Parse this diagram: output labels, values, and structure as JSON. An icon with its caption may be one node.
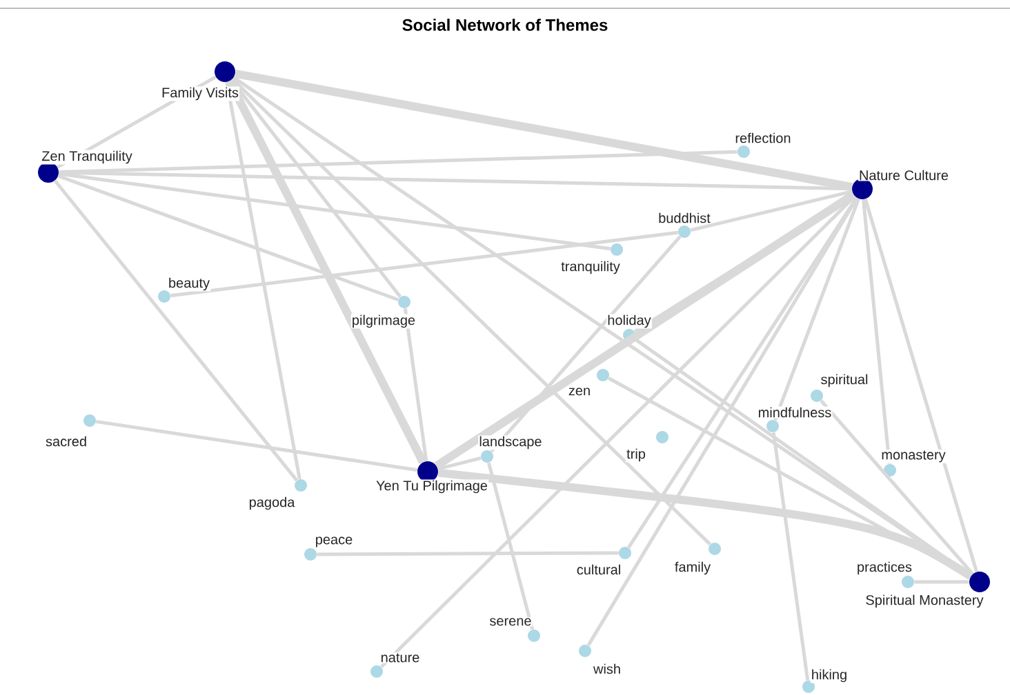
{
  "diagram": {
    "title": "Social Network of Themes",
    "nodes": [
      {
        "text": [
          "Family Visits"
        ]
      },
      {
        "text": [
          "Zen Tranquility"
        ]
      },
      {
        "text": [
          "Nature Culture"
        ]
      },
      {
        "text": [
          "Yen Tu Pilgrimage"
        ]
      },
      {
        "text": [
          "Spiritual Monastery"
        ]
      },
      {
        "text": [
          "reflection"
        ]
      },
      {
        "text": [
          "buddhist"
        ]
      },
      {
        "text": [
          "tranquility"
        ]
      },
      {
        "text": [
          "beauty"
        ]
      },
      {
        "text": [
          "pilgrimage"
        ]
      },
      {
        "text": [
          "holiday"
        ]
      },
      {
        "text": [
          "zen"
        ]
      },
      {
        "text": [
          "spiritual"
        ]
      },
      {
        "text": [
          "mindfulness"
        ]
      },
      {
        "text": [
          "sacred"
        ]
      },
      {
        "text": [
          "landscape"
        ]
      },
      {
        "text": [
          "trip"
        ]
      },
      {
        "text": [
          "monastery"
        ]
      },
      {
        "text": [
          "pagoda"
        ]
      },
      {
        "text": [
          "peace"
        ]
      },
      {
        "text": [
          "cultural"
        ]
      },
      {
        "text": [
          "family"
        ]
      },
      {
        "text": [
          "practices"
        ]
      },
      {
        "text": [
          "serene"
        ]
      },
      {
        "text": [
          "nature"
        ]
      },
      {
        "text": [
          "wish"
        ]
      },
      {
        "text": [
          "hiking"
        ]
      }
    ],
    "edges": [
      {
        "from": 0,
        "to": 2,
        "arrow": "none",
        "style": "thick"
      },
      {
        "from": 0,
        "to": 1,
        "arrow": "none"
      },
      {
        "from": 0,
        "to": 3,
        "arrow": "none",
        "style": "thick"
      },
      {
        "from": 0,
        "to": 18,
        "arrow": "none"
      },
      {
        "from": 0,
        "to": 21,
        "arrow": "none"
      },
      {
        "from": 0,
        "to": 4,
        "arrow": "none"
      },
      {
        "from": 0,
        "to": 9,
        "arrow": "none"
      },
      {
        "from": 1,
        "to": 2,
        "arrow": "none"
      },
      {
        "from": 1,
        "to": 5,
        "arrow": "none"
      },
      {
        "from": 1,
        "to": 9,
        "arrow": "none"
      },
      {
        "from": 1,
        "to": 18,
        "arrow": "none"
      },
      {
        "from": 1,
        "to": 7,
        "arrow": "none"
      },
      {
        "from": 2,
        "to": 3,
        "arrow": "none",
        "style": "thick"
      },
      {
        "from": 2,
        "to": 6,
        "arrow": "none"
      },
      {
        "from": 8,
        "to": 6,
        "arrow": "none"
      },
      {
        "from": 2,
        "to": 20,
        "arrow": "none"
      },
      {
        "from": 2,
        "to": 4,
        "arrow": "none"
      },
      {
        "from": 13,
        "to": 26,
        "arrow": "none"
      },
      {
        "from": 2,
        "to": 24,
        "arrow": "none"
      },
      {
        "from": 2,
        "to": 17,
        "arrow": "none"
      },
      {
        "from": 2,
        "to": 10,
        "arrow": "none"
      },
      {
        "from": 2,
        "to": 13,
        "arrow": "none"
      },
      {
        "from": 3,
        "to": 4,
        "arrow": "none",
        "style": "thick"
      },
      {
        "from": 3,
        "to": 14,
        "arrow": "none"
      },
      {
        "from": 3,
        "to": 9,
        "arrow": "none"
      },
      {
        "from": 3,
        "to": 15,
        "arrow": "none"
      },
      {
        "from": 4,
        "to": 22,
        "arrow": "none"
      },
      {
        "from": 4,
        "to": 12,
        "arrow": "none"
      },
      {
        "from": 4,
        "to": 11,
        "arrow": "none"
      },
      {
        "from": 4,
        "to": 10,
        "arrow": "none"
      },
      {
        "from": 6,
        "to": 15,
        "arrow": "none"
      },
      {
        "from": 19,
        "to": 20,
        "arrow": "none"
      },
      {
        "from": 2,
        "to": 25,
        "arrow": "none"
      },
      {
        "from": 15,
        "to": 23,
        "arrow": "none"
      }
    ]
  }
}
